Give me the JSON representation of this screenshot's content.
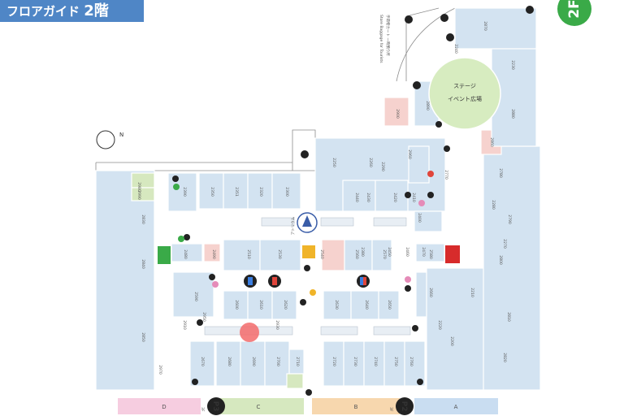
{
  "header": {
    "title": "フロアガイド",
    "floor": "2階",
    "floor_badge": "2F"
  },
  "colors": {
    "title_bar": "#4f86c6",
    "shop_blue": "#d3e3f1",
    "pink_shop": "#f6d2ce",
    "green_shop": "#d6e8bf",
    "event_plaza": "#d7ecc0",
    "badge_green": "#3aaa48",
    "you_are_here": "#f36b6b"
  },
  "map": {
    "compass_label": "N",
    "event_plaza": "イベント広場",
    "stage": "ステージ",
    "atrium": "アトリウム",
    "info_note": "手荷物カート\n一時預り所",
    "info_note_en": "Store Baggage for Tourists",
    "parking": [
      {
        "label": "P3",
        "sub": "3F"
      },
      {
        "label": "P2",
        "sub": "3F"
      }
    ],
    "zones": [
      "D",
      "C",
      "B",
      "A"
    ],
    "shops": [
      "2390",
      "2350",
      "2351",
      "2320",
      "2300",
      "2290",
      "2440",
      "2430",
      "2420",
      "2410",
      "2400",
      "2380",
      "2450",
      "2460",
      "2470",
      "2480",
      "2490",
      "2510",
      "2530",
      "2540",
      "2560",
      "2570",
      "2580",
      "2590",
      "2600",
      "2610",
      "2620",
      "2630",
      "2640",
      "2650",
      "2660",
      "2670",
      "2680",
      "2690",
      "2700",
      "2710",
      "2720",
      "2730",
      "2740",
      "2750",
      "2760",
      "2770",
      "2780",
      "2790",
      "2800",
      "2810",
      "2820",
      "2830",
      "2840",
      "2850",
      "2860",
      "2870",
      "2880",
      "2890",
      "2900",
      "2910",
      "2930",
      "2950",
      "2960",
      "2970",
      "2980",
      "2990",
      "2200",
      "2210",
      "2220",
      "2230",
      "2240",
      "2250",
      "2260",
      "2270",
      "2280"
    ]
  }
}
